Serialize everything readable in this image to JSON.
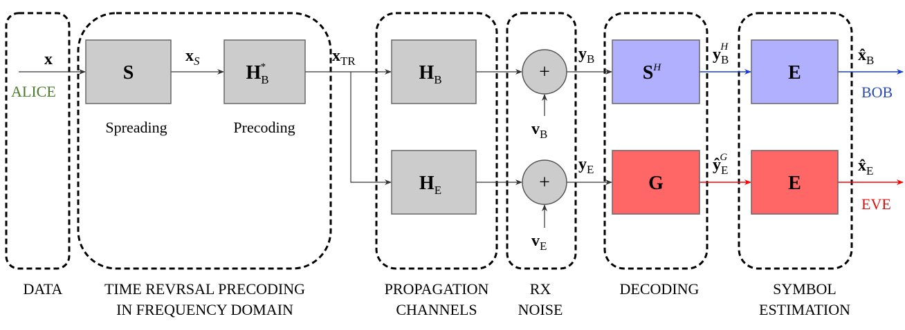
{
  "sections": [
    {
      "id": "data",
      "line1": "DATA",
      "line2": ""
    },
    {
      "id": "trp",
      "line1": "TIME REVRSAL PRECODING",
      "line2": "IN FREQUENCY DOMAIN"
    },
    {
      "id": "prop",
      "line1": "PROPAGATION",
      "line2": "CHANNELS"
    },
    {
      "id": "rx",
      "line1": "RX",
      "line2": "NOISE"
    },
    {
      "id": "dec",
      "line1": "DECODING",
      "line2": ""
    },
    {
      "id": "sym",
      "line1": "SYMBOL",
      "line2": "ESTIMATION"
    }
  ],
  "endpoints": {
    "alice": "ALICE",
    "bob": "BOB",
    "eve": "EVE"
  },
  "captions": {
    "spreading": "Spreading",
    "precoding": "Precoding"
  },
  "blocks": {
    "S": {
      "main": "S",
      "sub": "",
      "sup": ""
    },
    "HB_star": {
      "main": "H",
      "sub": "B",
      "sup": "*"
    },
    "HB": {
      "main": "H",
      "sub": "B",
      "sup": ""
    },
    "HE": {
      "main": "H",
      "sub": "E",
      "sup": ""
    },
    "SH": {
      "main": "S",
      "sub": "",
      "sup": "H"
    },
    "G": {
      "main": "G",
      "sub": "",
      "sup": ""
    },
    "E_bob": {
      "main": "E",
      "sub": "",
      "sup": ""
    },
    "E_eve": {
      "main": "E",
      "sub": "",
      "sup": ""
    }
  },
  "adders": {
    "top": "+",
    "bottom": "+"
  },
  "signals": {
    "x": {
      "main": "x",
      "sub": "",
      "sup": ""
    },
    "xS": {
      "main": "x",
      "sub": "S",
      "sup": ""
    },
    "xTR": {
      "main": "x",
      "sub": "TR",
      "sup": ""
    },
    "yB": {
      "main": "y",
      "sub": "B",
      "sup": ""
    },
    "yE": {
      "main": "y",
      "sub": "E",
      "sup": ""
    },
    "vB": {
      "main": "v",
      "sub": "B",
      "sup": ""
    },
    "vE": {
      "main": "v",
      "sub": "E",
      "sup": ""
    },
    "yBH": {
      "main": "y",
      "sub": "B",
      "sup": "H"
    },
    "yEG": {
      "main": "ŷ",
      "sub": "E",
      "sup": "G"
    },
    "xB": {
      "main": "x̂",
      "sub": "B",
      "sup": ""
    },
    "xE": {
      "main": "x̂",
      "sub": "E",
      "sup": ""
    }
  },
  "colors": {
    "gray_block": "#cccccc",
    "bob_block": "#b0b0ff",
    "eve_block": "#ff6666",
    "bob_line": "#1a3dd6",
    "eve_line": "#ff0000",
    "alice_text": "#4a7a2a",
    "bob_text": "#2a4ab0",
    "eve_text": "#e01010"
  }
}
